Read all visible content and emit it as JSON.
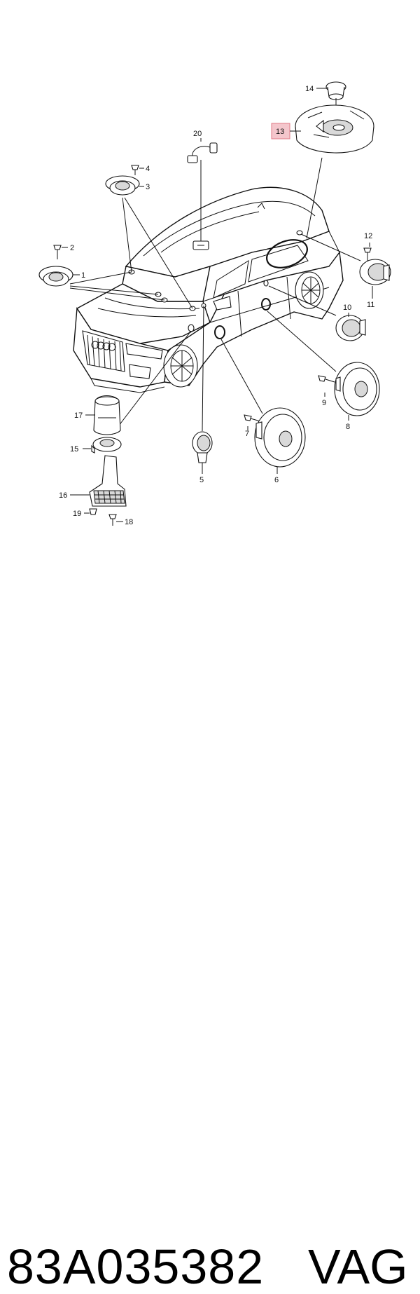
{
  "diagram": {
    "callouts": [
      {
        "id": "1",
        "label": "1"
      },
      {
        "id": "2",
        "label": "2"
      },
      {
        "id": "3",
        "label": "3"
      },
      {
        "id": "4",
        "label": "4"
      },
      {
        "id": "5",
        "label": "5"
      },
      {
        "id": "6",
        "label": "6"
      },
      {
        "id": "7",
        "label": "7"
      },
      {
        "id": "8",
        "label": "8"
      },
      {
        "id": "9",
        "label": "9"
      },
      {
        "id": "10",
        "label": "10"
      },
      {
        "id": "11",
        "label": "11"
      },
      {
        "id": "12",
        "label": "12"
      },
      {
        "id": "13",
        "label": "13"
      },
      {
        "id": "14",
        "label": "14"
      },
      {
        "id": "15",
        "label": "15"
      },
      {
        "id": "16",
        "label": "16"
      },
      {
        "id": "17",
        "label": "17"
      },
      {
        "id": "18",
        "label": "18"
      },
      {
        "id": "19",
        "label": "19"
      },
      {
        "id": "20",
        "label": "20"
      }
    ],
    "highlight_color": "#f4c6cc",
    "highlight_border": "#e07a86"
  },
  "footer": {
    "part_number": "83A035382",
    "brand": "VAG"
  }
}
